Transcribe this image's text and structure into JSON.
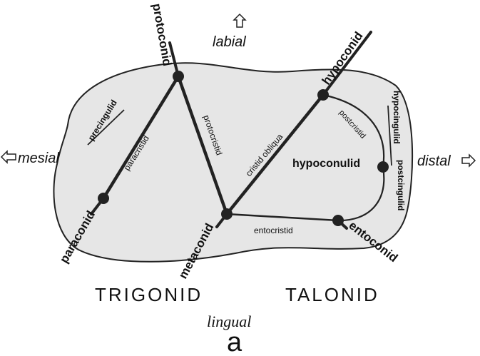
{
  "directions": {
    "labial": "labial",
    "mesial": "mesial",
    "distal": "distal",
    "lingual": "lingual"
  },
  "cusps": {
    "protoconid": "protoconid",
    "paraconid": "paraconid",
    "metaconid": "metaconid",
    "hypoconid": "hypoconid",
    "hypoconulid": "hypoconulid",
    "entoconid": "entoconid"
  },
  "crests": {
    "precingulid": "precingulid",
    "paracristid": "paracristid",
    "protocristid": "protocristid",
    "cristid_obliqua": "cristid obliqua",
    "postcristid": "postcristid",
    "hypocingulid": "hypocingulid",
    "postcingulid": "postcingulid",
    "entocristid": "entocristid"
  },
  "regions": {
    "trigonid": "TRIGONID",
    "talonid": "TALONID"
  },
  "panel_label": "a",
  "colors": {
    "crown_fill": "#e6e6e6",
    "outline": "#222222",
    "crest": "#222222"
  }
}
